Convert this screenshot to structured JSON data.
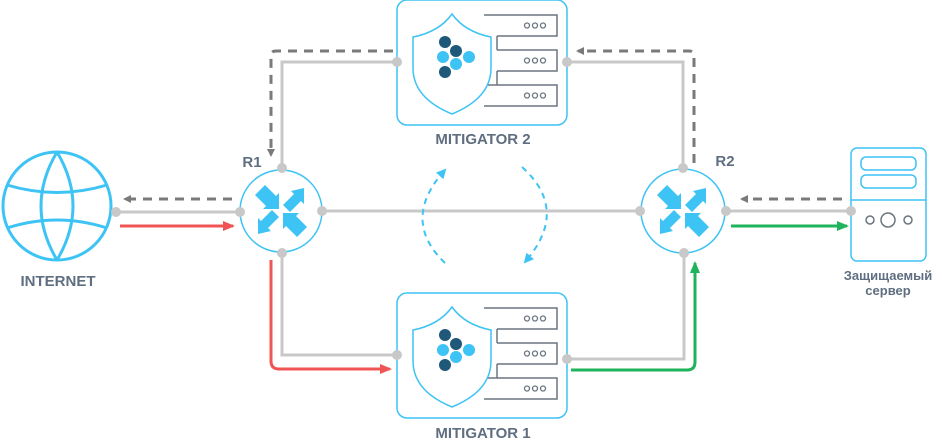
{
  "colors": {
    "accent": "#3ec3f5",
    "link": "#c8c8c8",
    "return_flow": "#7a7a7a",
    "attack_flow": "#f05454",
    "clean_flow": "#1fb35c",
    "label": "#5f6e80",
    "dot_dark": "#1f5878",
    "dot_light": "#3ec3f5",
    "server_lines": "#6b7580"
  },
  "nodes": {
    "internet": {
      "label": "INTERNET",
      "icon": "globe-icon"
    },
    "r1": {
      "label": "R1",
      "icon": "router-icon"
    },
    "r2": {
      "label": "R2",
      "icon": "router-icon"
    },
    "mitigator1": {
      "label": "MITIGATOR 1",
      "icon": "shield-server-icon"
    },
    "mitigator2": {
      "label": "MITIGATOR 2",
      "icon": "shield-server-icon"
    },
    "server": {
      "label_line1": "Защищаемый",
      "label_line2": "сервер",
      "icon": "server-icon"
    }
  },
  "flows": [
    {
      "name": "attack-traffic",
      "style": "solid",
      "color": "red",
      "path": [
        "internet",
        "r1",
        "mitigator1"
      ]
    },
    {
      "name": "clean-traffic",
      "style": "solid",
      "color": "green",
      "path": [
        "mitigator1",
        "r2",
        "server"
      ]
    },
    {
      "name": "return-traffic",
      "style": "dashed",
      "color": "gray",
      "path": [
        "server",
        "r2",
        "mitigator2",
        "r1",
        "internet"
      ]
    },
    {
      "name": "failover-cycle",
      "style": "dashed",
      "color": "blue",
      "path": [
        "r1",
        "r2"
      ]
    }
  ]
}
